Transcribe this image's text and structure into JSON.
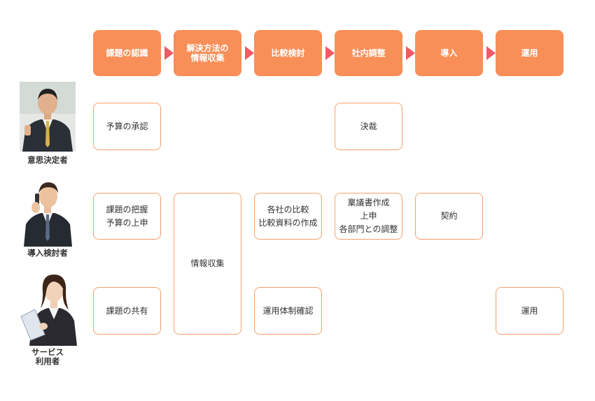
{
  "stages": [
    {
      "lines": [
        "課題の認識"
      ]
    },
    {
      "lines": [
        "解決方法の",
        "情報収集"
      ]
    },
    {
      "lines": [
        "比較検討"
      ]
    },
    {
      "lines": [
        "社内調整"
      ]
    },
    {
      "lines": [
        "導入"
      ]
    },
    {
      "lines": [
        "運用"
      ]
    }
  ],
  "roles": {
    "decision_maker": {
      "label": "意思決定者"
    },
    "evaluator": {
      "label": "導入検討者"
    },
    "service_user": {
      "lines": [
        "サービス",
        "利用者"
      ]
    }
  },
  "tasks": {
    "budget_approval": {
      "lines": [
        "予算の承認"
      ]
    },
    "final_approval": {
      "lines": [
        "決裁"
      ]
    },
    "issue_grasp": {
      "lines": [
        "課題の把握",
        "予算の上申"
      ]
    },
    "info_gathering": {
      "lines": [
        "情報収集"
      ]
    },
    "vendor_compare": {
      "lines": [
        "各社の比較",
        "比較資料の作成"
      ]
    },
    "proposal": {
      "lines": [
        "稟議書作成",
        "上申",
        "各部門との調整"
      ]
    },
    "contract": {
      "lines": [
        "契約"
      ]
    },
    "issue_share": {
      "lines": [
        "課題の共有"
      ]
    },
    "operation_check": {
      "lines": [
        "運用体制確認"
      ]
    },
    "operation": {
      "lines": [
        "運用"
      ]
    }
  },
  "colors": {
    "stage_fill": "#f98f58",
    "arrow": "#ef5a64",
    "task_border": "#f7a06c"
  }
}
